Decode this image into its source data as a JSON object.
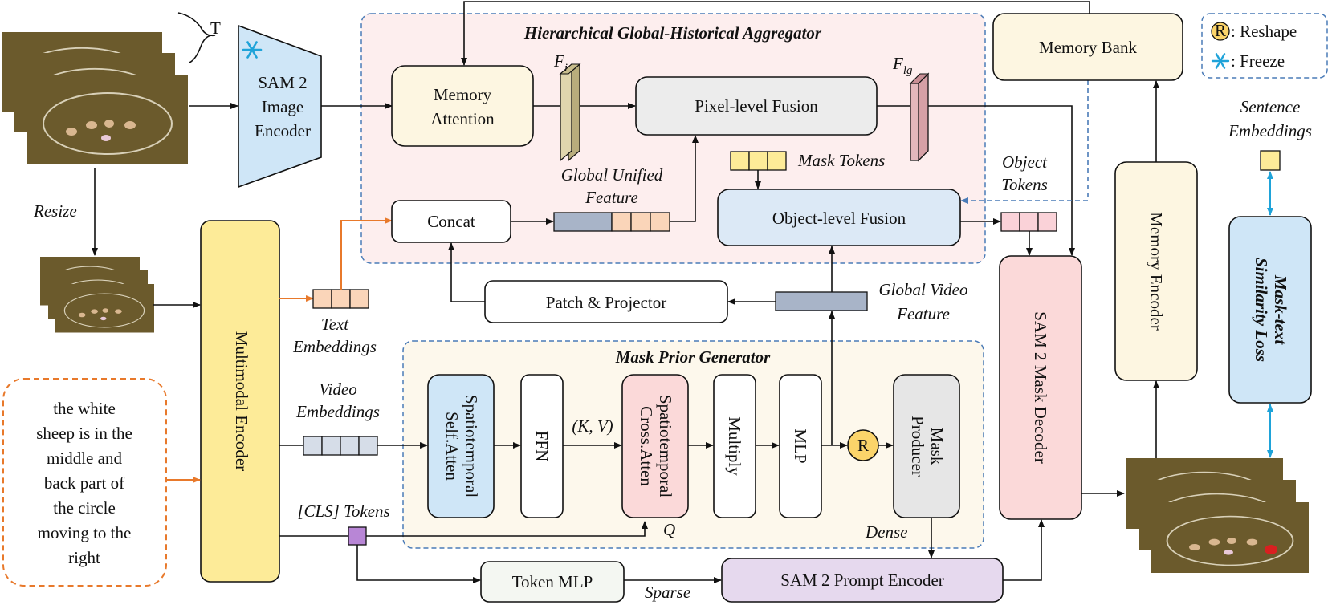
{
  "frames_label": "T",
  "resize_label": "Resize",
  "text_query": [
    "the white",
    "sheep is in the",
    "middle and",
    "back part of",
    "the circle",
    "moving to the",
    "right"
  ],
  "modules": {
    "image_encoder": [
      "SAM 2",
      "Image",
      "Encoder"
    ],
    "multimodal_encoder": "Multimodal Encoder",
    "memory_attention": [
      "Memory",
      "Attention"
    ],
    "pixel_fusion": "Pixel-level Fusion",
    "concat": "Concat",
    "object_fusion": "Object-level Fusion",
    "patch_projector": "Patch & Projector",
    "memory_bank": "Memory Bank",
    "memory_encoder": "Memory Encoder",
    "mask_decoder": "SAM 2 Mask Decoder",
    "prompt_encoder": "SAM 2 Prompt Encoder",
    "token_mlp": "Token MLP",
    "loss": [
      "Mask-text",
      "Similarity Loss"
    ],
    "st_self_atten": [
      "Spatiotemporal",
      "Self.Atten"
    ],
    "ffn": "FFN",
    "st_cross_atten": [
      "Spatiotemporal",
      "Cross.Atten"
    ],
    "multiply": "Multiply",
    "mlp": "MLP",
    "mask_producer": [
      "Mask",
      "Producer"
    ],
    "reshape_symbol": "R"
  },
  "groups": {
    "hgha": "Hierarchical Global-Historical Aggregator",
    "mpg": "Mask Prior Generator"
  },
  "labels": {
    "f_i": "F",
    "f_i_sub": "i",
    "f_lg": "F",
    "f_lg_sub": "lg",
    "global_unified": [
      "Global Unified",
      "Feature"
    ],
    "mask_tokens": "Mask Tokens",
    "object_tokens": [
      "Object",
      "Tokens"
    ],
    "global_video": [
      "Global Video",
      "Feature"
    ],
    "text_embeddings": [
      "Text",
      "Embeddings"
    ],
    "video_embeddings": [
      "Video",
      "Embeddings"
    ],
    "cls_tokens": "[CLS] Tokens",
    "kv": "(K, V)",
    "q": "Q",
    "dense": "Dense",
    "sparse": "Sparse",
    "sentence_embeddings": [
      "Sentence",
      "Embeddings"
    ]
  },
  "legend": {
    "reshape": ": Reshape",
    "freeze": ": Freeze"
  },
  "colors": {
    "orange": "#e8792b",
    "blue_dash": "#4a7bb7",
    "cyan": "#1fa3d9",
    "hgha_bg": "#fdeeee",
    "mpg_bg": "#fdf8ec",
    "encoder_blue": "#cfe6f7",
    "yellow": "#fdeb98",
    "cream": "#fdf6e1",
    "pink": "#fbd9d9",
    "lavender": "#e6d9ee",
    "video_feat": "#a8b4c8",
    "token_orange": "#fad5b9",
    "cls_purple": "#b886d6"
  }
}
